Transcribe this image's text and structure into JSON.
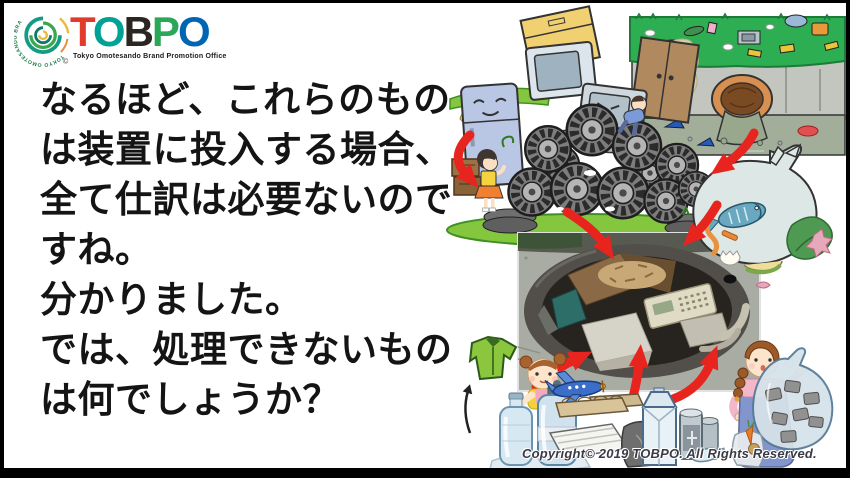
{
  "slide": {
    "background": "#ffffff",
    "frame_color": "#000000"
  },
  "logo": {
    "mark_text": "TOKYO OMOTESANDO BRAND",
    "mark_copyright": "©",
    "acronym": "TOBPO",
    "letters": [
      {
        "char": "T",
        "color": "#e23b2e"
      },
      {
        "char": "O",
        "color": "#00a295"
      },
      {
        "char": "B",
        "color": "#2d2522"
      },
      {
        "char": "P",
        "color": "#2aa757"
      },
      {
        "char": "O",
        "color": "#0065b2"
      }
    ],
    "subtitle": "Tokyo Omotesando Brand Promotion Office"
  },
  "dialogue": {
    "text_color": "#141414",
    "lines": [
      "なるほど、これらのもの",
      "は装置に投入する場合、",
      "全て仕訳は必要ないので",
      "すね。",
      "分かりました。",
      "では、処理できないもの",
      "は何でしょうか？"
    ]
  },
  "collage": {
    "arrow_color": "#e8241e",
    "scene_names": [
      "illegal-dumping-pile",
      "polluted-river",
      "food-waste-bag",
      "disposal-machine-photo",
      "girl-with-plastic-bottles",
      "recyclable-items",
      "woman-with-can-bag",
      "red-arrows"
    ]
  },
  "copyright": "Copyright© 2019 TOBPO. All Rights Reserved."
}
